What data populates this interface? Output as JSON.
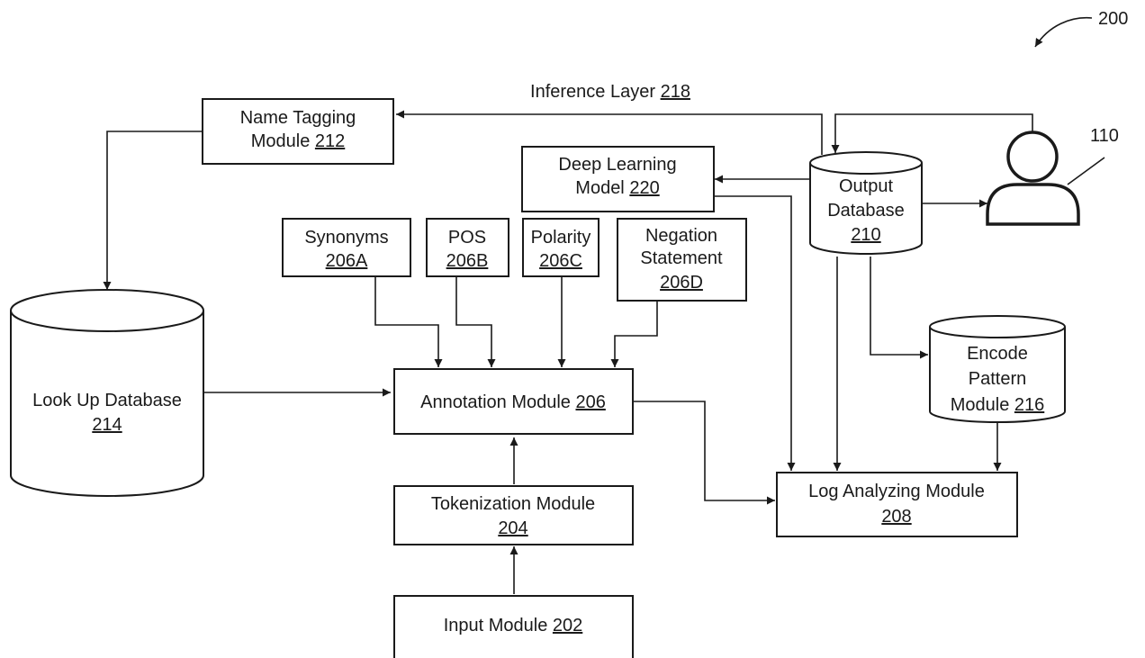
{
  "figure": {
    "number": "200",
    "user_ref": "110"
  },
  "inference_layer": {
    "label": "Inference Layer",
    "ref": "218"
  },
  "nodes": {
    "name_tagging": {
      "line1": "Name Tagging",
      "line2": "Module",
      "ref": "212"
    },
    "deep_learning": {
      "line1": "Deep Learning",
      "line2": "Model",
      "ref": "220"
    },
    "output_db": {
      "line1": "Output",
      "line2": "Database",
      "ref": "210"
    },
    "synonyms": {
      "line1": "Synonyms",
      "ref": "206A"
    },
    "pos": {
      "line1": "POS",
      "ref": "206B"
    },
    "polarity": {
      "line1": "Polarity",
      "ref": "206C"
    },
    "negation": {
      "line1": "Negation",
      "line2": "Statement",
      "ref": "206D"
    },
    "lookup_db": {
      "line1": "Look Up Database",
      "ref": "214"
    },
    "annotation": {
      "line1": "Annotation Module",
      "ref": "206"
    },
    "encode_pattern": {
      "line1": "Encode",
      "line2": "Pattern",
      "line3": "Module",
      "ref": "216"
    },
    "log_analyzing": {
      "line1": "Log Analyzing Module",
      "ref": "208"
    },
    "tokenization": {
      "line1": "Tokenization Module",
      "ref": "204"
    },
    "input": {
      "line1": "Input Module",
      "ref": "202"
    }
  }
}
